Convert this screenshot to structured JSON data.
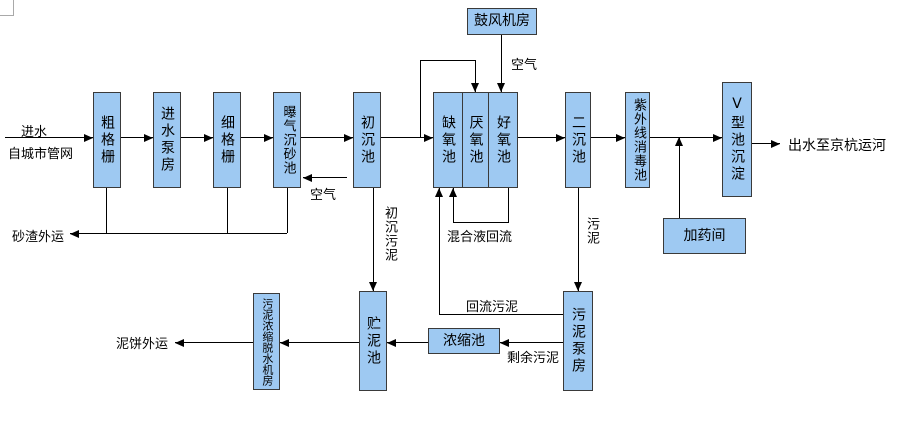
{
  "colors": {
    "box_fill": "#9ec9f2",
    "box_border": "#3a3a3a",
    "line": "#000000",
    "background": "#ffffff"
  },
  "boxes": {
    "coarse_screen": "粗格栅",
    "inlet_pump_house": "进水泵房",
    "fine_screen": "细格栅",
    "aerated_grit_chamber": "曝气沉砂池",
    "primary_sedimentation": "初沉池",
    "anoxic_tank": "缺氧池",
    "anaerobic_tank": "厌氧池",
    "aerobic_tank": "好氧池",
    "secondary_sedimentation": "二沉池",
    "uv_disinfection": "紫外线消毒池",
    "v_type_tank": "V型池沉淀",
    "blower_room": "鼓风机房",
    "dosing_room": "加药间",
    "dewatering_room": "污泥浓缩脱水机房",
    "sludge_storage": "贮泥池",
    "thickening_tank": "浓缩池",
    "sludge_pump_house": "污泥泵房"
  },
  "labels": {
    "inflow": "进水",
    "inflow_source": "自城市管网",
    "grit_out": "砂渣外运",
    "air_grit": "空气",
    "air_blower": "空气",
    "primary_sludge": "初沉污泥",
    "mixed_liquor_return": "混合液回流",
    "sludge": "污泥",
    "return_sludge": "回流污泥",
    "excess_sludge": "剩余污泥",
    "cake_out": "泥饼外运",
    "outflow": "出水至京杭运河"
  }
}
